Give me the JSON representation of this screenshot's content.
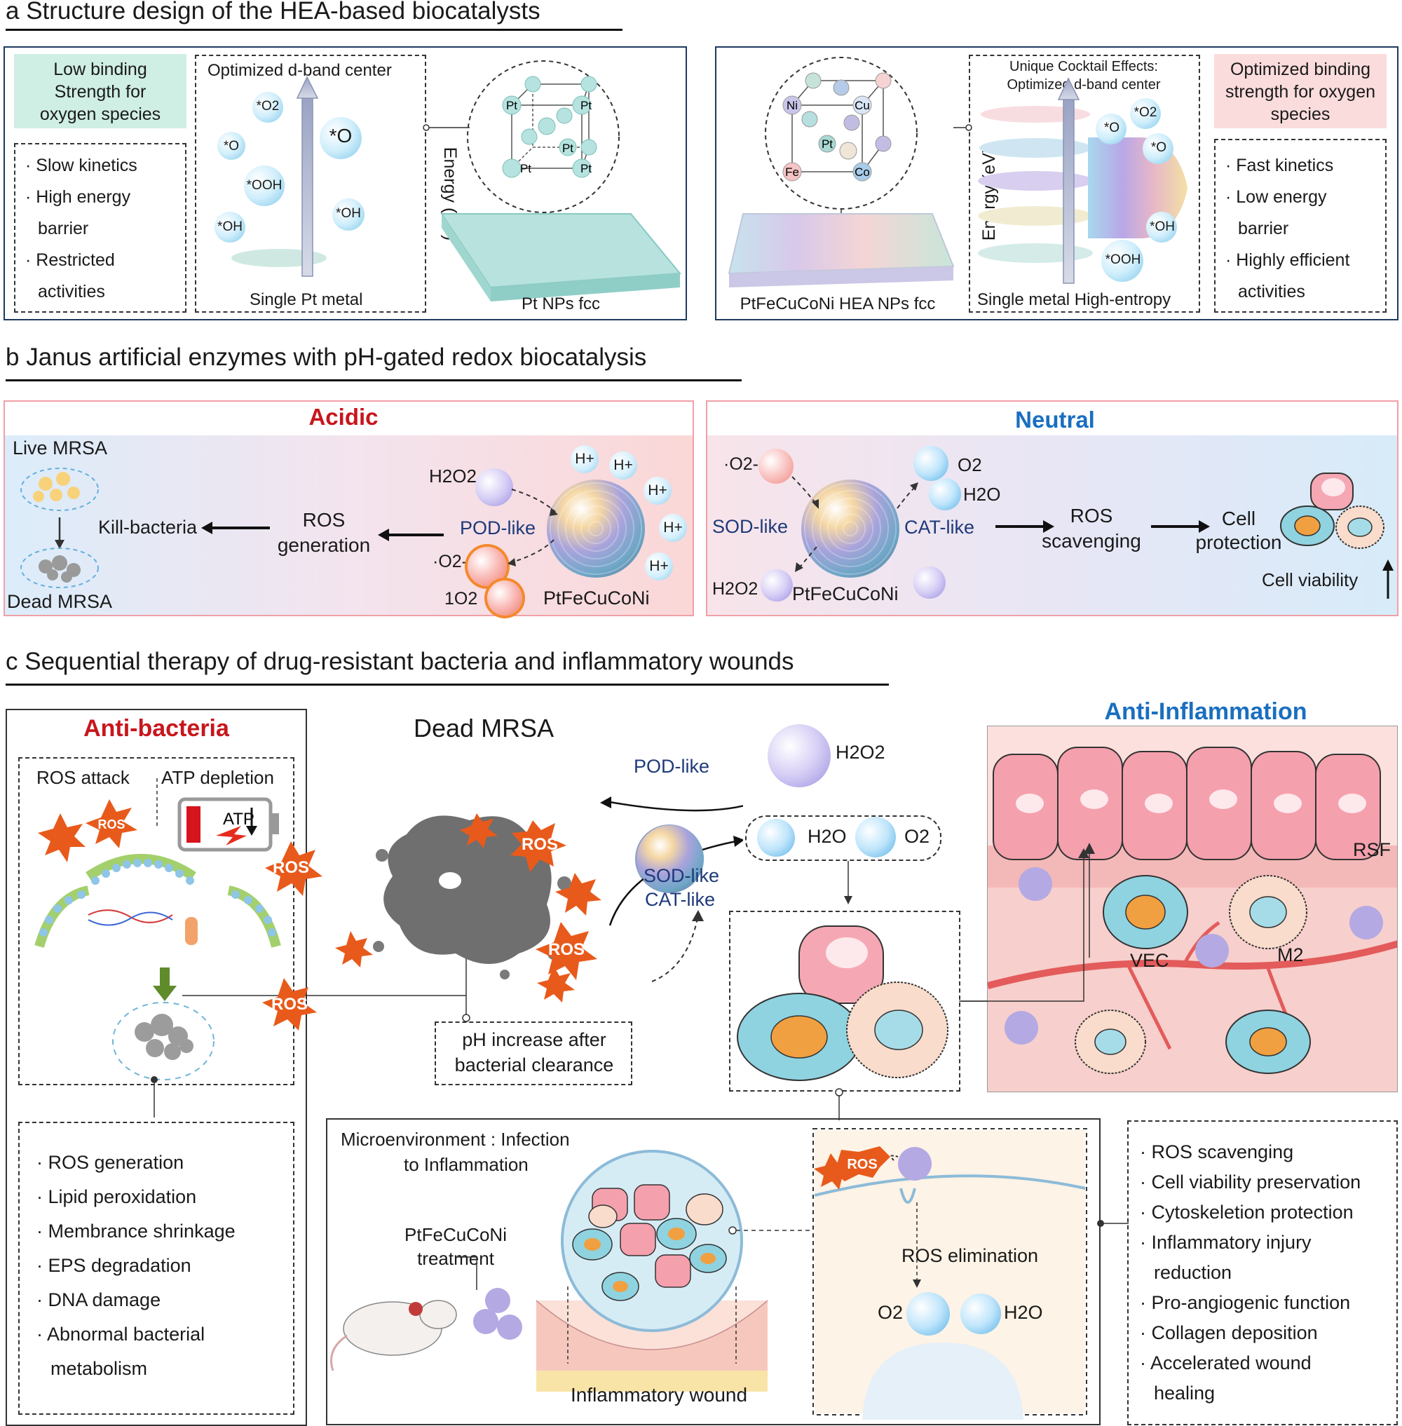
{
  "panel_a": {
    "title": "a  Structure design of the HEA-based biocatalysts",
    "left": {
      "box_title": "Low binding Strength for oxygen species",
      "bullets": [
        "· Slow kinetics",
        "· High energy",
        "  barrier",
        "· Restricted",
        "  activities"
      ],
      "chart_title": "Optimized d-band center",
      "energy_label": "Energy (eV)",
      "x_label": "Single Pt metal",
      "species": [
        "*O2",
        "*O",
        "*O",
        "*OOH",
        "*OH",
        "*OH"
      ],
      "crystal_label": "Pt NPs fcc",
      "atom_labels": [
        "Pt",
        "Pt",
        "Pt",
        "Pt",
        "Pt"
      ]
    },
    "right": {
      "box_title": "Optimized binding strength for oxygen species",
      "bullets": [
        "· Fast kinetics",
        "· Low energy",
        "  barrier",
        "· Highly efficient",
        "  activities"
      ],
      "chart_title_1": "Unique Cocktail Effects:",
      "chart_title_2": "Optimized d-band center",
      "energy_label": "Energy (eV)",
      "x_label": "Single metal High-entropy",
      "species": [
        "*O",
        "*O2",
        "*O",
        "*OH",
        "*OOH"
      ],
      "crystal_label": "PtFeCuCoNi HEA NPs fcc",
      "atom_labels": [
        "Ni",
        "Cu",
        "Pt",
        "Fe",
        "Co"
      ]
    }
  },
  "panel_b": {
    "title": "b  Janus artificial enzymes with pH-gated redox biocatalysis",
    "acidic": {
      "header": "Acidic",
      "live": "Live MRSA",
      "dead": "Dead MRSA",
      "kill": "Kill-bacteria",
      "ros": "ROS",
      "generation": "generation",
      "pod": "POD-like",
      "h2o2": "H2O2",
      "o2rad": "·O2-",
      "singlet": "1O2",
      "hplus": "H+",
      "catalyst": "PtFeCuCoNi"
    },
    "neutral": {
      "header": "Neutral",
      "o2rad": "·O2-",
      "sod": "SOD-like",
      "cat": "CAT-like",
      "o2": "O2",
      "h2o": "H2O",
      "h2o2": "H2O2",
      "catalyst": "PtFeCuCoNi",
      "ros": "ROS",
      "scavenging": "scavenging",
      "cell": "Cell",
      "protection": "protection",
      "viability": "Cell viability"
    }
  },
  "panel_c": {
    "title": "c  Sequential therapy of drug-resistant bacteria and inflammatory wounds",
    "anti_bacteria": "Anti-bacteria",
    "ros_attack": "ROS attack",
    "atp_depletion": "ATP depletion",
    "atp": "ATP",
    "ros": "ROS",
    "dead_mrsa": "Dead MRSA",
    "pod": "POD-like",
    "sod": "SOD-like",
    "cat": "CAT-like",
    "h2o2": "H2O2",
    "h2o": "H2O",
    "o2": "O2",
    "ph_1": "pH increase after",
    "ph_2": "bacterial clearance",
    "anti_inflammation": "Anti-Inflammation",
    "rsf": "RSF",
    "vec": "VEC",
    "m2": "M2",
    "left_bullets": [
      "· ROS generation",
      "· Lipid peroxidation",
      "· Membrance shrinkage",
      "· EPS degradation",
      "· DNA damage",
      "· Abnormal bacterial",
      "  metabolism"
    ],
    "micro_1": "Microenvironment : Infection",
    "micro_2": "to Inflammation",
    "treat_1": "PtFeCuCoNi",
    "treat_2": "treatment",
    "wound": "Inflammatory wound",
    "ros_elim": "ROS elimination",
    "right_bullets": [
      "· ROS scavenging",
      "· Cell viability preservation",
      "· Cytoskeletion protection",
      "· Inflammatory injury",
      "  reduction",
      "· Pro-angiogenic function",
      "· Collagen deposition",
      "· Accelerated wound",
      "  healing"
    ]
  },
  "colors": {
    "teal_box": "#cfeee4",
    "pink_box": "#fbdcdc",
    "acidic_red": "#c8161d",
    "neutral_blue": "#1a6fc0",
    "ros_orange": "#e85a1b",
    "cell_pink": "#f5a8b4",
    "cell_blue": "#8fd3e0",
    "nucleus": "#f0a040"
  }
}
